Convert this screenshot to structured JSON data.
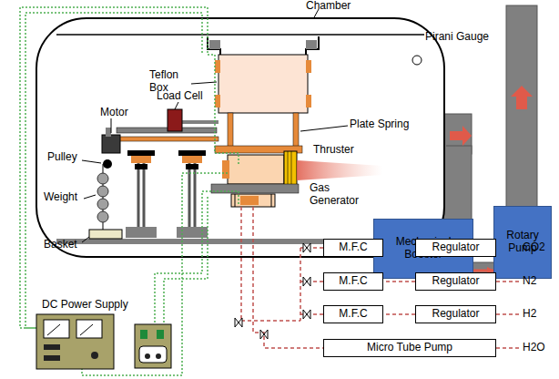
{
  "diagram": {
    "nodes": [
      {
        "text": [
          "Mechanical Booster"
        ]
      },
      {
        "text": [
          "Rotary Pump"
        ]
      },
      {
        "text": [
          "M.F.C"
        ]
      },
      {
        "text": [
          "Regulator"
        ]
      },
      {
        "text": [
          "M.F.C"
        ]
      },
      {
        "text": [
          "Regulator"
        ]
      },
      {
        "text": [
          "M.F.C"
        ]
      },
      {
        "text": [
          "Regulator"
        ]
      },
      {
        "text": [
          "Micro Tube Pump"
        ]
      }
    ],
    "edges": [
      {
        "from": 0,
        "to": 1,
        "arrow": "to"
      },
      {
        "from": 3,
        "to": 2,
        "arrow": "none"
      },
      {
        "from": 5,
        "to": 4,
        "arrow": "none"
      },
      {
        "from": 7,
        "to": 6,
        "arrow": "none"
      }
    ],
    "labels": [
      "Chamber",
      "Pirani Gauge",
      "Teflon Box",
      "Load Cell",
      "Motor",
      "Plate Spring",
      "Pulley",
      "Thruster",
      "Weight",
      "Gas Generator",
      "Basket",
      "DC Power Supply",
      "CO2",
      "N2",
      "H2",
      "H2O"
    ]
  }
}
